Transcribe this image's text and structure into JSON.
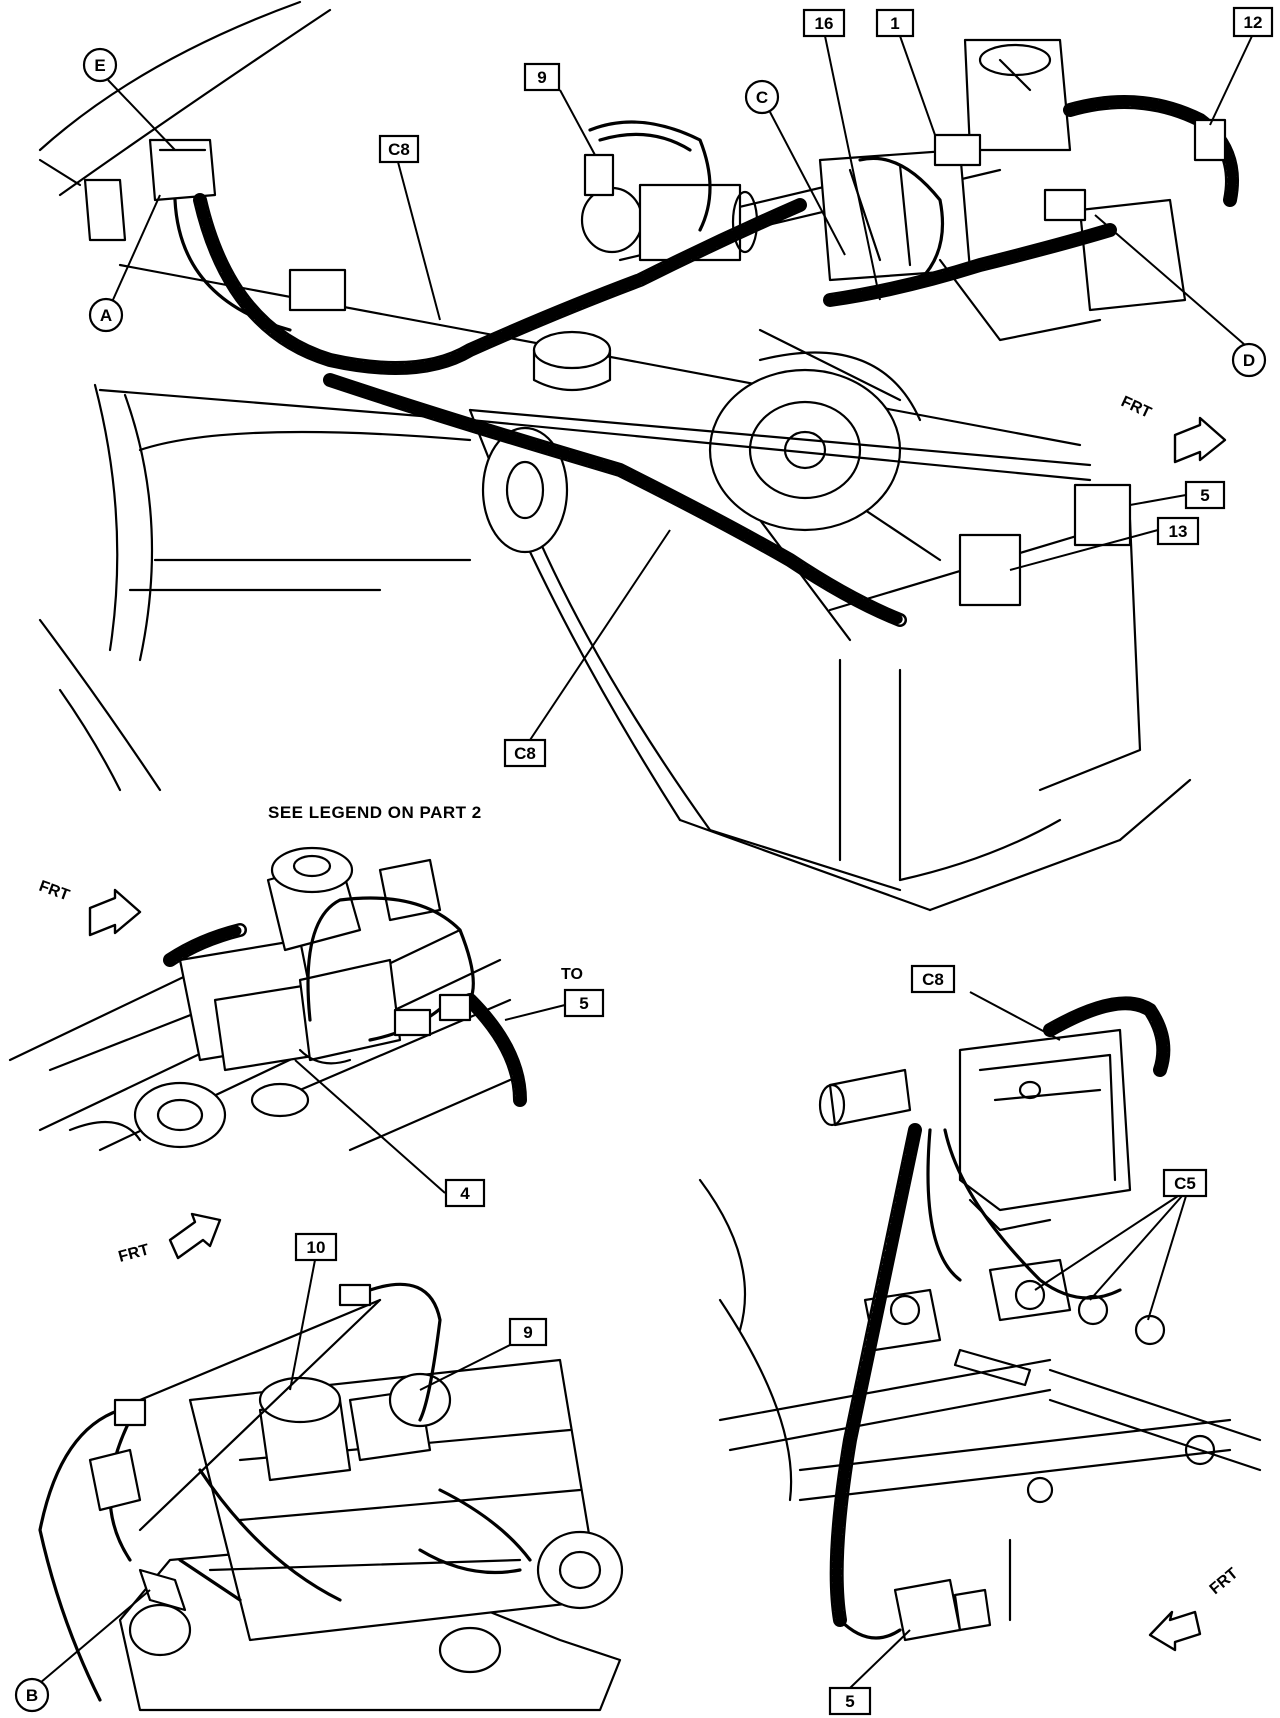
{
  "legend_note": "SEE LEGEND ON PART 2",
  "direction_label": "FRT",
  "to_label": "TO",
  "callouts": {
    "E": "E",
    "A": "A",
    "C8_upper": "C8",
    "9_upper": "9",
    "C": "C",
    "16": "16",
    "1": "1",
    "12": "12",
    "D": "D",
    "5_upper": "5",
    "13": "13",
    "C8_middle": "C8",
    "5_to": "5",
    "4": "4",
    "10": "10",
    "9_lower": "9",
    "B": "B",
    "C8_right": "C8",
    "C5": "C5",
    "5_bottom": "5"
  }
}
